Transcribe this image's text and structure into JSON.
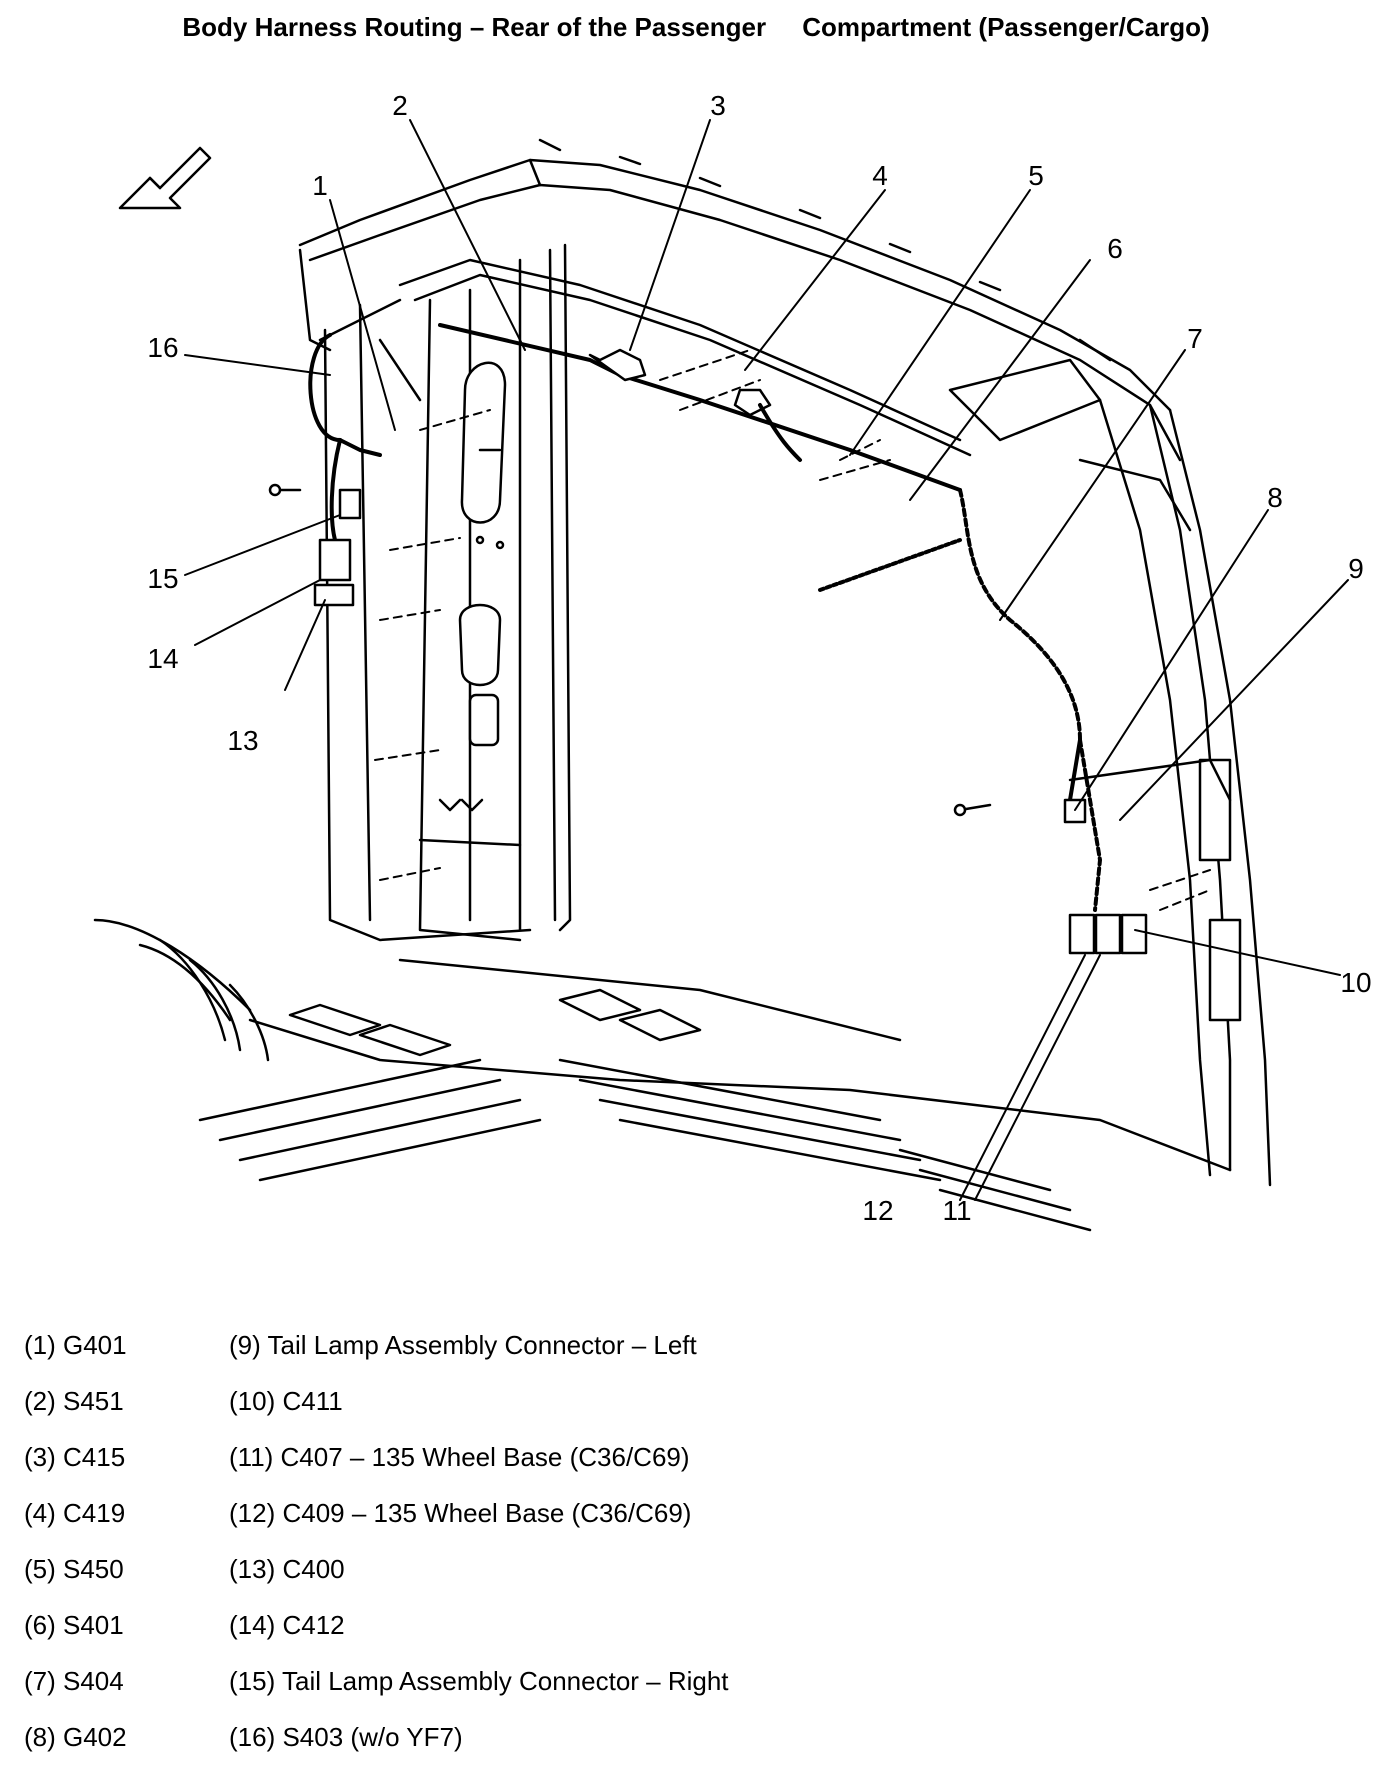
{
  "title": "Body Harness Routing – Rear of the Passenger     Compartment (Passenger/Cargo)",
  "callouts": [
    "1",
    "2",
    "3",
    "4",
    "5",
    "6",
    "7",
    "8",
    "9",
    "10",
    "11",
    "12",
    "13",
    "14",
    "15",
    "16"
  ],
  "legend_left": [
    "(1) G401",
    "(2) S451",
    "(3) C415",
    "(4) C419",
    "(5) S450",
    "(6) S401",
    "(7) S404",
    "(8) G402"
  ],
  "legend_right": [
    "(9) Tail Lamp Assembly Connector – Left",
    "(10) C411",
    "(11) C407 – 135 Wheel Base (C36/C69)",
    "(12) C409 – 135 Wheel Base (C36/C69)",
    "(13) C400",
    "(14) C412",
    "(15) Tail Lamp Assembly Connector – Right",
    "(16) S403 (w/o YF7)"
  ],
  "icons": {
    "direction": "forward-arrow-icon"
  }
}
